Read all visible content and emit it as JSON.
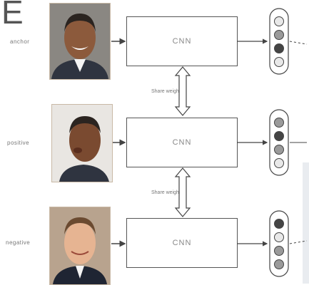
{
  "panel_letter": "E",
  "rows": [
    {
      "label": "anchor",
      "cnn_label": "CNN",
      "circles": [
        "light",
        "mid",
        "dark",
        "light"
      ]
    },
    {
      "label": "positive",
      "cnn_label": "CNN",
      "circles": [
        "mid",
        "dark",
        "mid",
        "light"
      ]
    },
    {
      "label": "negative",
      "cnn_label": "CNN",
      "circles": [
        "dark",
        "light",
        "mid",
        "mid"
      ]
    }
  ],
  "share_labels": [
    "Share weights",
    "Share weights"
  ],
  "colors": {
    "stroke": "#444444",
    "circle_dark": "#444444",
    "circle_mid": "#9a9a9a",
    "circle_light": "#e8e8e8",
    "skin": "#c9a07f",
    "hair": "#2b2420",
    "suit": "#2f3440"
  }
}
